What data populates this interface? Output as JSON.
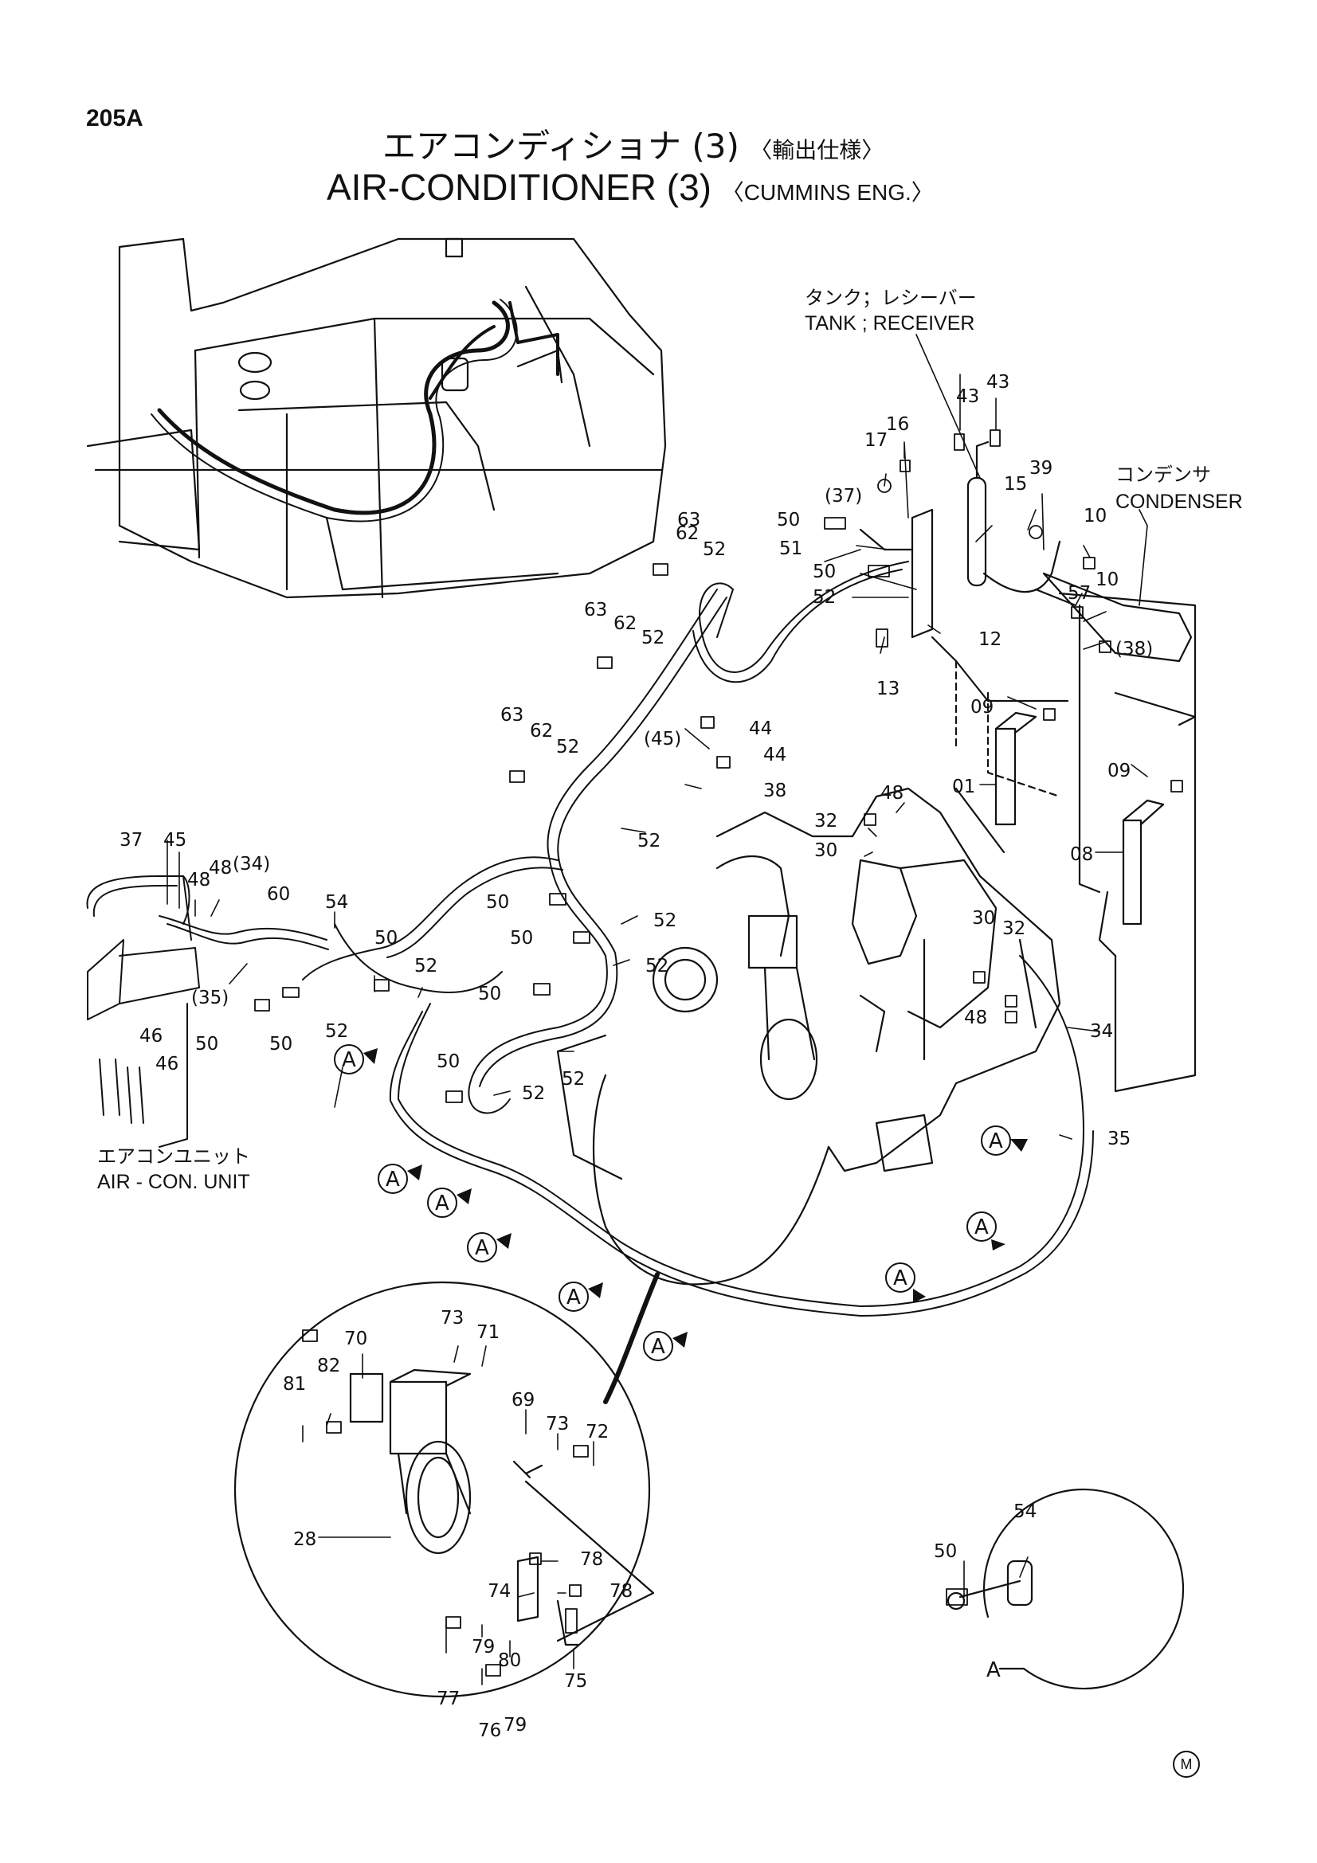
{
  "page_number": "205A",
  "title_jp": "エアコンディショナ (3)",
  "title_jp_note": "〈輸出仕様〉",
  "title_en": "AIR-CONDITIONER (3)",
  "title_en_note": "〈CUMMINS ENG.〉",
  "component_labels": {
    "tank_receiver_jp": "タンク；レシーバー",
    "tank_receiver_en": "TANK ; RECEIVER",
    "condenser_jp": "コンデンサ",
    "condenser_en": "CONDENSER",
    "aircon_unit_jp": "エアコンユニット",
    "aircon_unit_en": "AIR - CON. UNIT"
  },
  "detail_label": "A",
  "mark": "M",
  "part_numbers": [
    "01",
    "08",
    "09",
    "10",
    "12",
    "13",
    "15",
    "16",
    "17",
    "28",
    "30",
    "32",
    "34",
    "35",
    "37",
    "38",
    "39",
    "43",
    "44",
    "45",
    "46",
    "48",
    "50",
    "51",
    "52",
    "54",
    "57",
    "60",
    "62",
    "63",
    "69",
    "70",
    "71",
    "72",
    "73",
    "74",
    "75",
    "76",
    "77",
    "78",
    "79",
    "80",
    "81",
    "82"
  ],
  "parenthesized_parts": [
    "(34)",
    "(35)",
    "(37)",
    "(38)",
    "(45)"
  ]
}
